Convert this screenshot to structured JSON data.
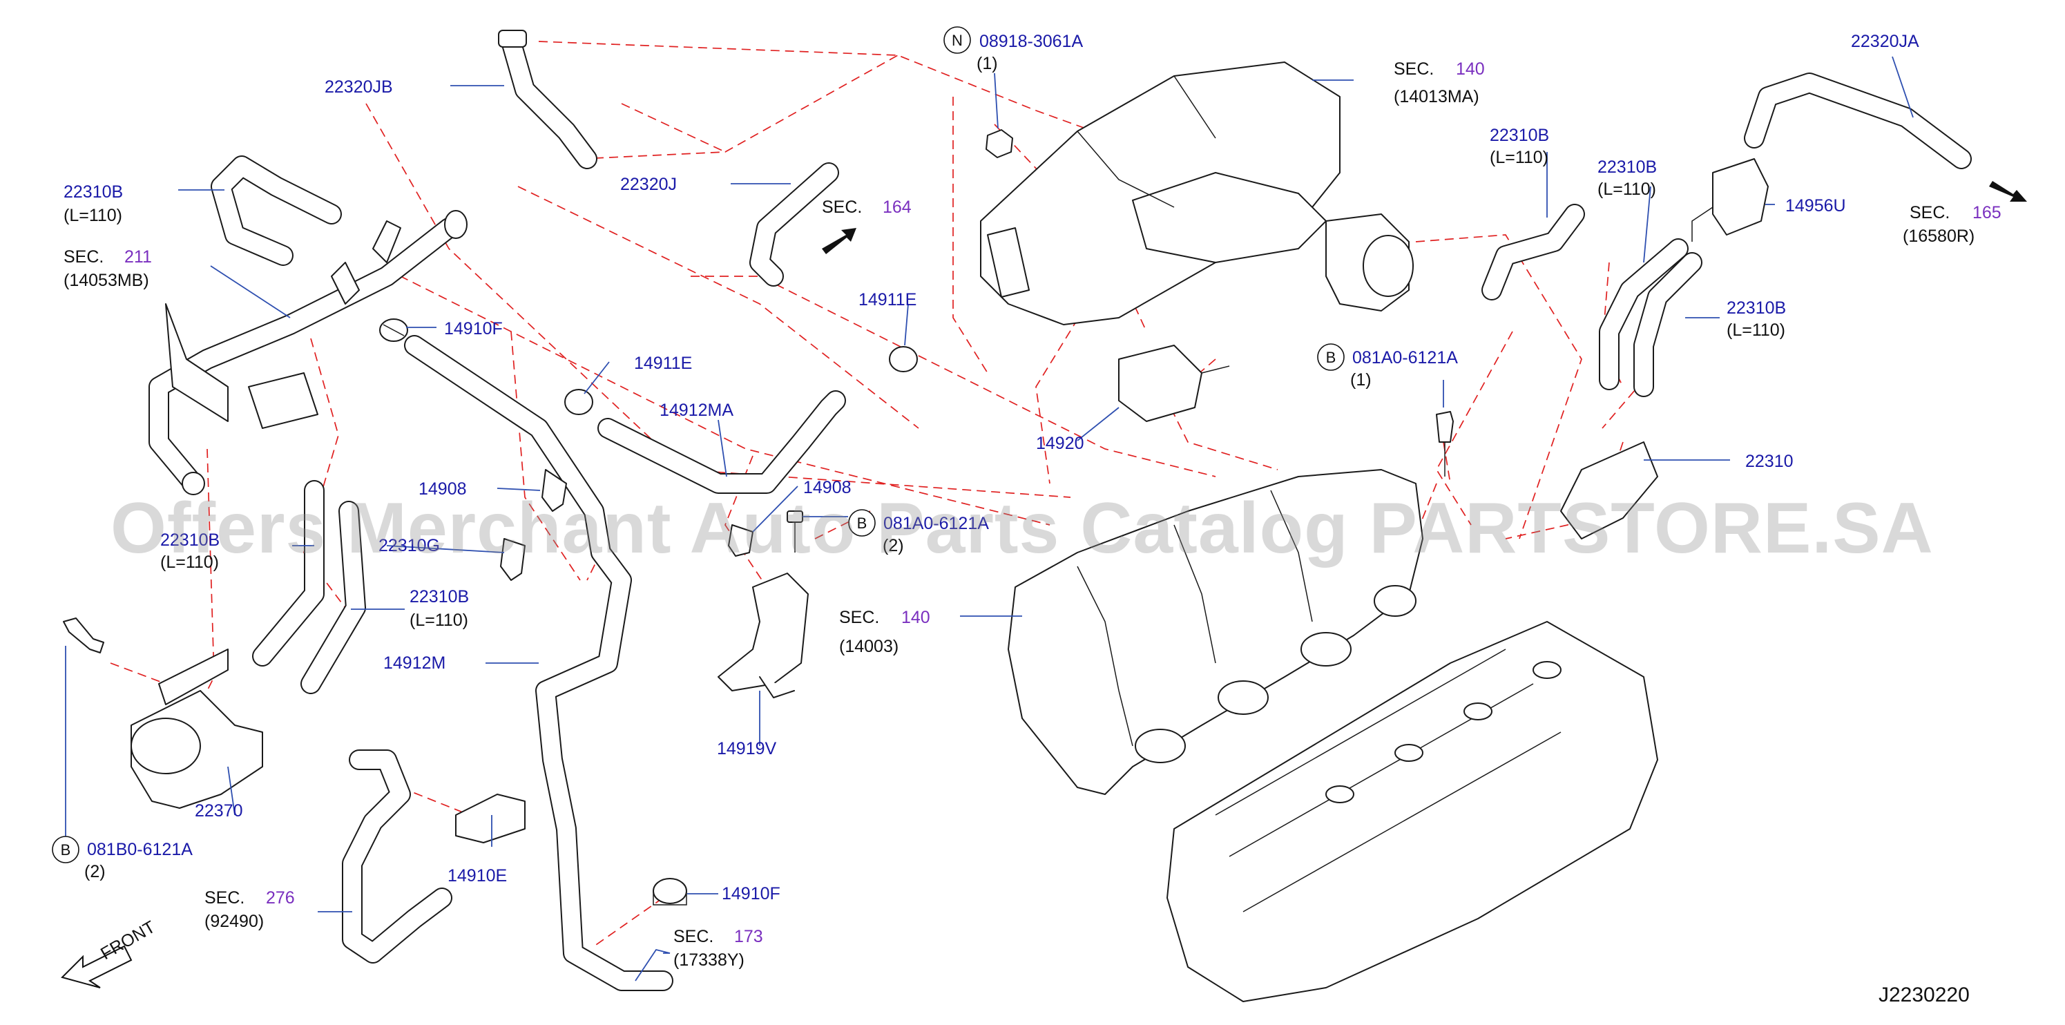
{
  "watermark": "Offers Merchant Auto Parts Catalog PARTSTORE.SA",
  "diagram_code": "J2230220",
  "front_label": "FRONT",
  "labels": {
    "p22320JB": "22320JB",
    "p22320J": "22320J",
    "p22320JA": "22320JA",
    "p22310B_topleft": "22310B",
    "p22310B_topleft_len": "(L=110)",
    "sec211": "SEC.",
    "sec211_num": "211",
    "sec211_ref": "(14053MB)",
    "sec164": "SEC.",
    "sec164_num": "164",
    "p14910F_top": "14910F",
    "p14911E_left": "14911E",
    "p14911E_center": "14911E",
    "p14912MA": "14912MA",
    "p14908_left": "14908",
    "p14908_right": "14908",
    "p22310B_midleft": "22310B",
    "p22310B_midleft_len": "(L=110)",
    "p22310G": "22310G",
    "p22310B_low": "22310B",
    "p22310B_low_len": "(L=110)",
    "p14912M": "14912M",
    "p22370": "22370",
    "bolt_b_left_code": "081B0-6121A",
    "bolt_b_left_qty": "(2)",
    "bolt_b_left_letter": "B",
    "sec276": "SEC.",
    "sec276_num": "276",
    "sec276_ref": "(92490)",
    "p14910E": "14910E",
    "p14910F_bottom": "14910F",
    "sec173": "SEC.",
    "sec173_num": "173",
    "sec173_ref": "(17338Y)",
    "p14919V": "14919V",
    "bolt_b_mid_code": "081A0-6121A",
    "bolt_b_mid_qty": "(2)",
    "bolt_b_mid_letter": "B",
    "nut_code": "08918-3061A",
    "nut_qty": "(1)",
    "nut_letter": "N",
    "sec140_top": "SEC.",
    "sec140_top_num": "140",
    "sec140_top_ref": "(14013MA)",
    "p22310B_right1": "22310B",
    "p22310B_right1_len": "(L=110)",
    "p22310B_right2": "22310B",
    "p22310B_right2_len": "(L=110)",
    "p22310B_right3": "22310B",
    "p22310B_right3_len": "(L=110)",
    "p14956U": "14956U",
    "sec165": "SEC.",
    "sec165_num": "165",
    "sec165_ref": "(16580R)",
    "bolt_b_right_code": "081A0-6121A",
    "bolt_b_right_qty": "(1)",
    "bolt_b_right_letter": "B",
    "p14920": "14920",
    "p22310": "22310",
    "sec140_mid": "SEC.",
    "sec140_mid_num": "140",
    "sec140_mid_ref": "(14003)"
  },
  "colors": {
    "part_number": "#1a1aa8",
    "section_number": "#7a2fbf",
    "reference_lines": "#e02020",
    "leader_lines": "#2e4fb0"
  }
}
